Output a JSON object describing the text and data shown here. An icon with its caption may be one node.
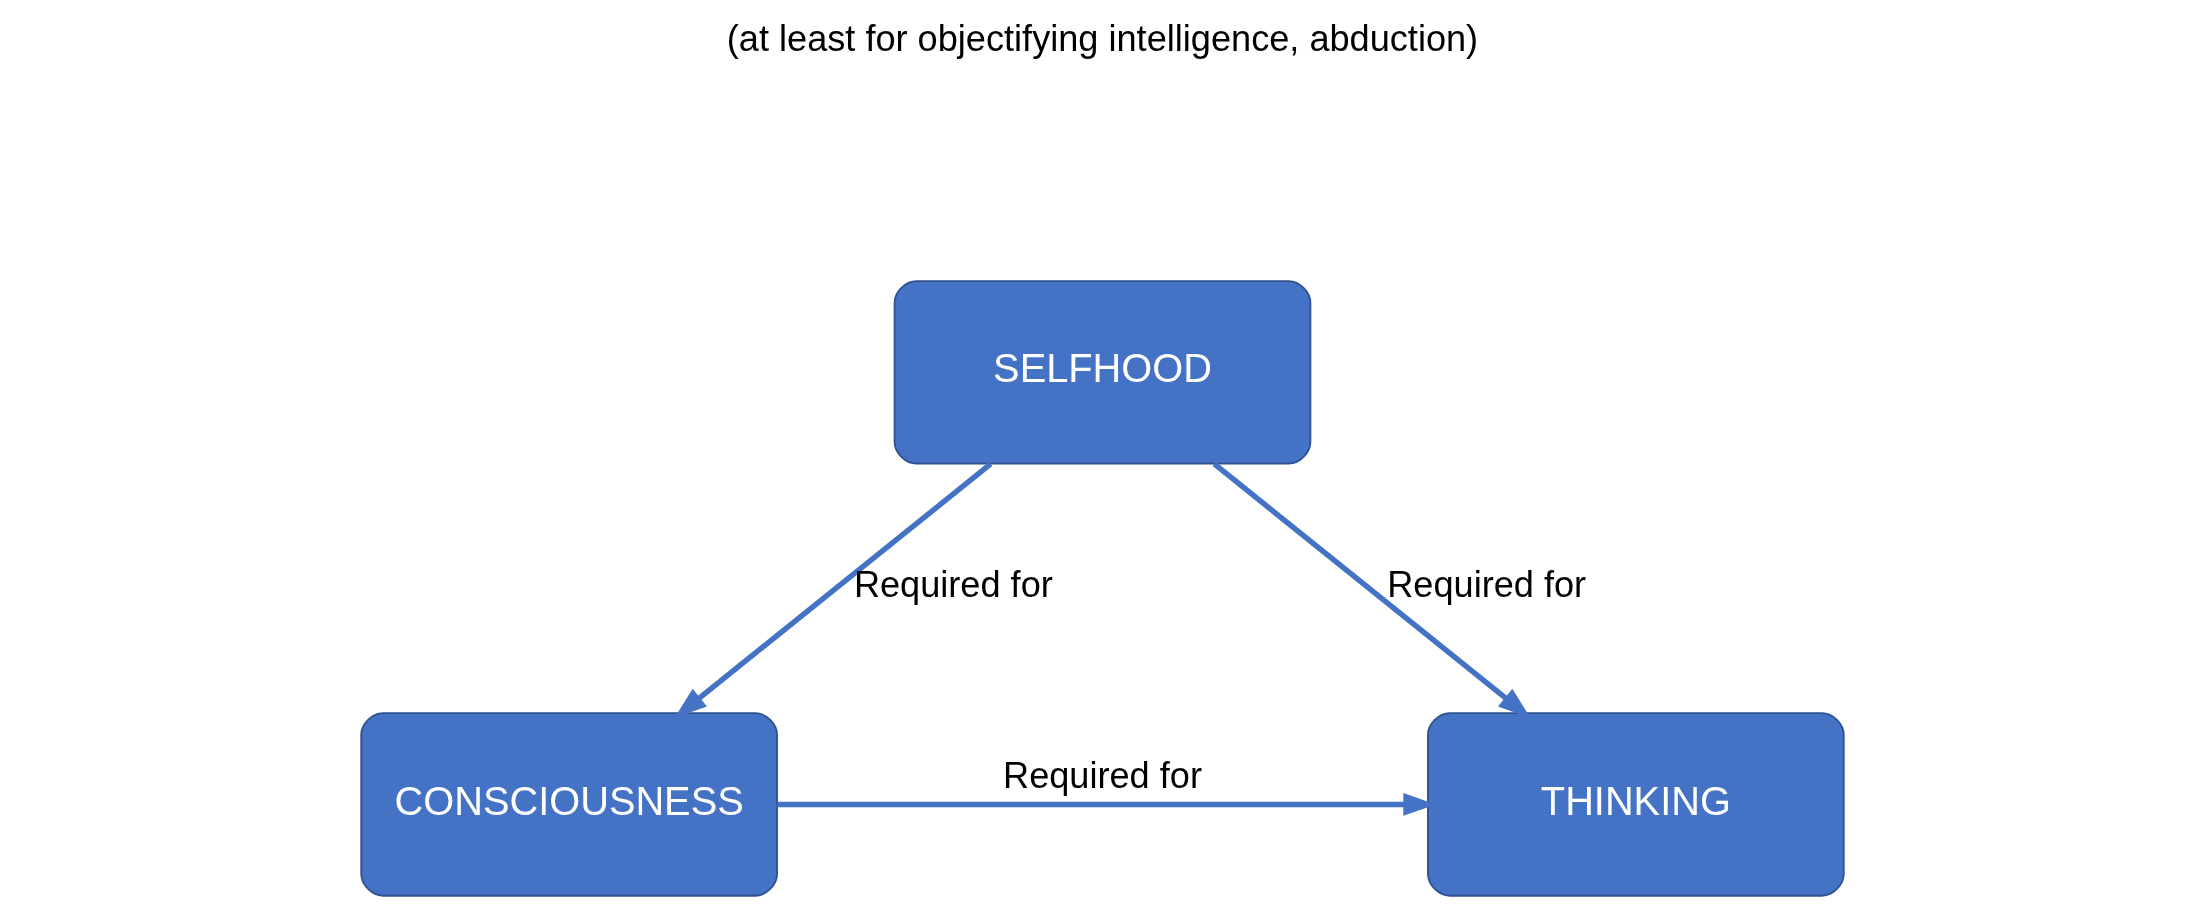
{
  "diagram": {
    "nodes": [
      {
        "text": [
          "CONSCIOUSNESS"
        ]
      },
      {
        "text": [
          "THINKING"
        ]
      },
      {
        "text": [
          "SELFHOOD"
        ]
      }
    ],
    "edges": [
      {
        "from": 0,
        "to": 1,
        "arrow": "to",
        "label": "Required for"
      },
      {
        "from": 2,
        "to": 0,
        "arrow": "to",
        "label": "Required for"
      },
      {
        "from": 2,
        "to": 1,
        "arrow": "to",
        "label": "Required for"
      }
    ],
    "labels": [
      "(at least for objectifying intelligence, abduction)"
    ]
  }
}
